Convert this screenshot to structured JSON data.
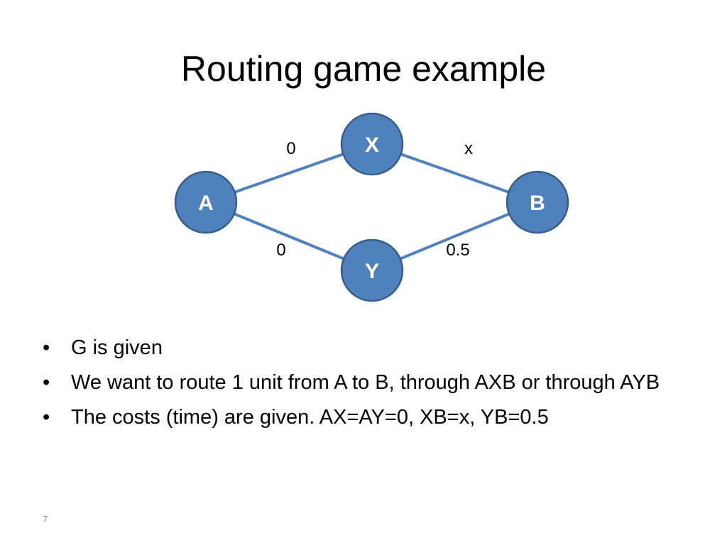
{
  "slide": {
    "title": "Routing game example",
    "page_number": "7"
  },
  "diagram": {
    "nodes": [
      {
        "id": "A",
        "label": "A"
      },
      {
        "id": "X",
        "label": "X"
      },
      {
        "id": "Y",
        "label": "Y"
      },
      {
        "id": "B",
        "label": "B"
      }
    ],
    "edges": [
      {
        "from": "A",
        "to": "X",
        "label": "0"
      },
      {
        "from": "X",
        "to": "B",
        "label": "x"
      },
      {
        "from": "A",
        "to": "Y",
        "label": "0"
      },
      {
        "from": "Y",
        "to": "B",
        "label": "0.5"
      }
    ],
    "colors": {
      "node_fill": "#4f81bd",
      "node_stroke": "#385d8a",
      "edge": "#4f81bd",
      "node_text": "#ffffff"
    }
  },
  "bullets": [
    {
      "text": "G is given"
    },
    {
      "text": "We want to route 1 unit from A to B, through AXB or through AYB"
    },
    {
      "text": "The costs (time) are given. AX=AY=0, XB=x, YB=0.5"
    }
  ]
}
